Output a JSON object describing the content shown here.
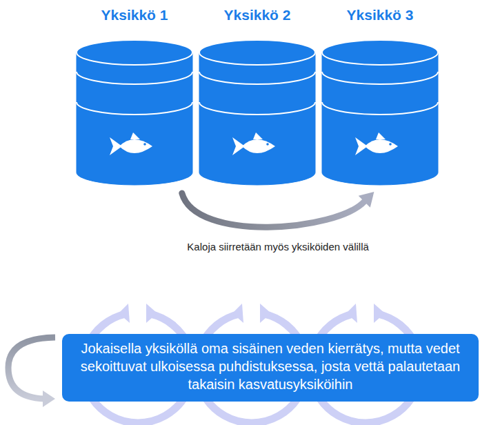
{
  "diagram": {
    "nodes": [
      {
        "text": [
          "Yksikkö 1"
        ]
      },
      {
        "text": [
          "Yksikkö 2"
        ]
      },
      {
        "text": [
          "Yksikkö 3"
        ]
      },
      {
        "text": [
          "Jokaisella yksiköllä oma sisäinen veden kierrätys, mutta vedet sekoittuvat ulkoisessa puhdistuksessa, josta vettä palautetaan takaisin kasvatusyksiköihin"
        ]
      }
    ],
    "edges": [
      {
        "from": 0,
        "to": 2,
        "arrow": "to",
        "label": "Kaloja siirretään myös yksiköiden välillä"
      }
    ]
  }
}
